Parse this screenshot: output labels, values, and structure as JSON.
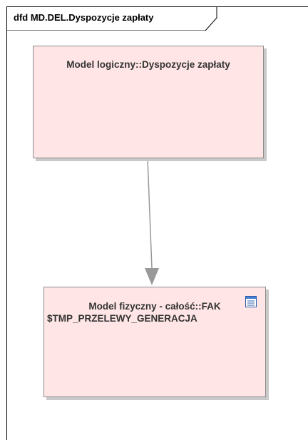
{
  "diagram": {
    "frame_title": "dfd MD.DEL.Dyspozycje zapłaty",
    "logical_node": {
      "label": "Model logiczny::Dyspozycje zapłaty"
    },
    "physical_node": {
      "label_line1": "Model fizyczny - całość::FAK",
      "label_line2": "$TMP_PRZELEWY_GENERACJA",
      "icon": "table-icon"
    }
  },
  "colors": {
    "node_fill": "#ffe5e5",
    "node_border": "#8c8c8c",
    "connector": "#999999"
  }
}
